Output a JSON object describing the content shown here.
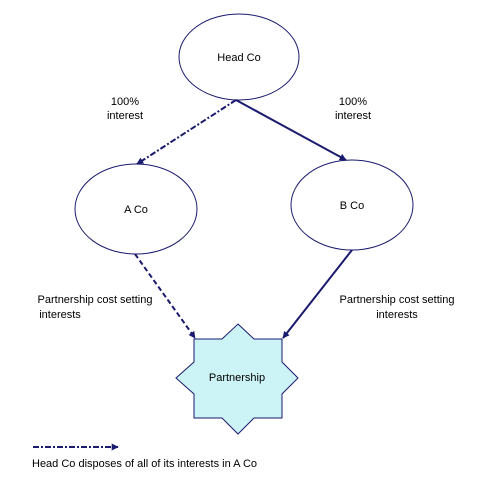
{
  "colors": {
    "ink": "#1a1a6e",
    "node_fill": "#ffffff",
    "partnership_fill": "#ccf3f6"
  },
  "nodes": {
    "head_co": "Head Co",
    "a_co": "A Co",
    "b_co": "B Co",
    "partnership": "Partnership"
  },
  "labels": {
    "left_interest_line1": "100%",
    "left_interest_line2": "interest",
    "right_interest_line1": "100%",
    "right_interest_line2": "interest",
    "left_partnership_line1": "Partnership cost setting",
    "left_partnership_line2": "interests",
    "right_partnership_line1": "Partnership cost setting",
    "right_partnership_line2": "interests"
  },
  "legend": {
    "text": "Head Co disposes of all of its interests in A Co"
  }
}
